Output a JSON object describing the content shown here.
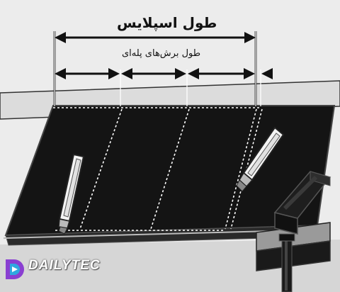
{
  "labels": {
    "splice_length": "طول اسپلایس",
    "step_cut_length": "طول برش‌های پله‌ای"
  },
  "watermark": {
    "text": "DAILYTEC",
    "colors": {
      "primary": "#8a3fd1",
      "secondary": "#2fa8e0"
    }
  },
  "colors": {
    "belt": "#141414",
    "frame": "#dcdcdc",
    "background": "#ececec",
    "dashed_line": "#ffffff",
    "arrow": "#111111"
  },
  "icons": [
    "knife-left-icon",
    "knife-right-icon",
    "clamp-icon",
    "logo-icon"
  ]
}
